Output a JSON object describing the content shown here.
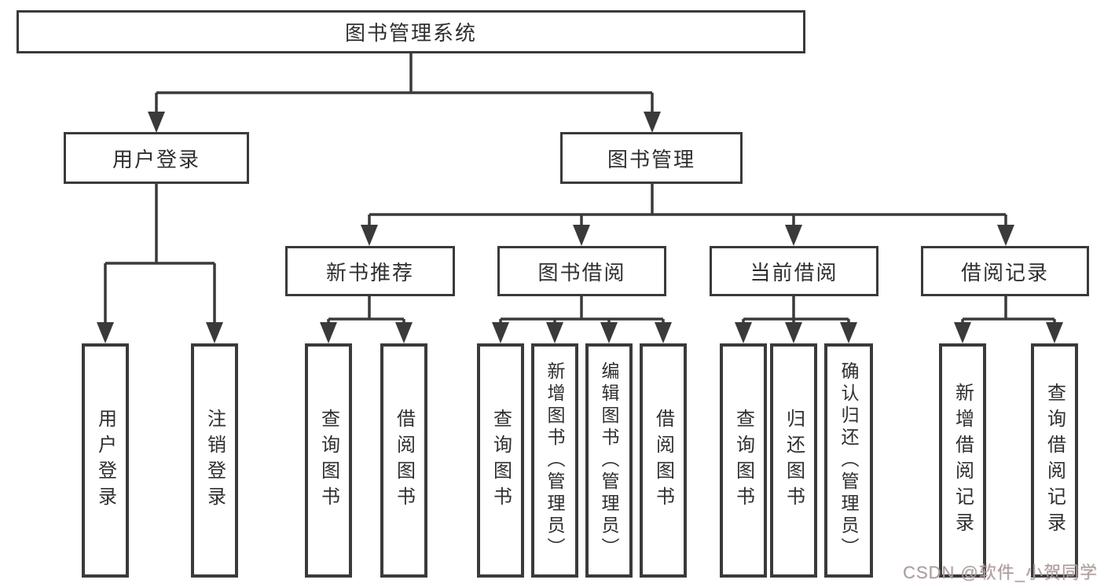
{
  "diagram": {
    "root": {
      "label": "图书管理系统"
    },
    "branches": [
      {
        "label": "用户登录",
        "children": [
          {
            "label": "用户登录"
          },
          {
            "label": "注销登录"
          }
        ]
      },
      {
        "label": "图书管理",
        "children": [
          {
            "label": "新书推荐",
            "children": [
              {
                "label": "查询图书"
              },
              {
                "label": "借阅图书"
              }
            ]
          },
          {
            "label": "图书借阅",
            "children": [
              {
                "label": "查询图书"
              },
              {
                "label": "新增图书（管理员）"
              },
              {
                "label": "编辑图书（管理员）"
              },
              {
                "label": "借阅图书"
              }
            ]
          },
          {
            "label": "当前借阅",
            "children": [
              {
                "label": "查询图书"
              },
              {
                "label": "归还图书"
              },
              {
                "label": "确认归还（管理员）"
              }
            ]
          },
          {
            "label": "借阅记录",
            "children": [
              {
                "label": "新增借阅记录"
              },
              {
                "label": "查询借阅记录"
              }
            ]
          }
        ]
      }
    ]
  },
  "watermark": {
    "text": "CSDN @软件_小贺同学"
  },
  "colors": {
    "line": "#3a3a3a",
    "text": "#2f2f2f",
    "bg": "#ffffff",
    "watermark": "#a5a09f"
  }
}
